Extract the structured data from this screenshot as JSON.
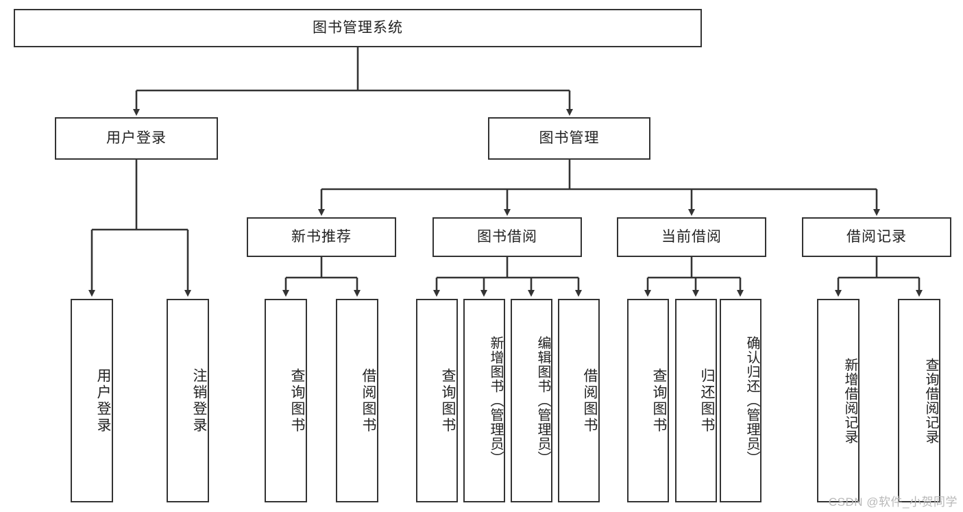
{
  "diagram": {
    "title": "图书管理系统",
    "type": "tree-hierarchy",
    "root": {
      "label": "图书管理系统"
    },
    "level1": [
      {
        "label": "用户登录"
      },
      {
        "label": "图书管理"
      }
    ],
    "level2": [
      {
        "label": "新书推荐",
        "parent": "图书管理"
      },
      {
        "label": "图书借阅",
        "parent": "图书管理"
      },
      {
        "label": "当前借阅",
        "parent": "图书管理"
      },
      {
        "label": "借阅记录",
        "parent": "图书管理"
      }
    ],
    "leaves": {
      "user_login": [
        {
          "label": "用户登录"
        },
        {
          "label": "注销登录"
        }
      ],
      "new_book_recommend": [
        {
          "label": "查询图书"
        },
        {
          "label": "借阅图书"
        }
      ],
      "book_borrow": [
        {
          "label": "查询图书"
        },
        {
          "label": "新增图书（管理员）"
        },
        {
          "label": "编辑图书（管理员）"
        },
        {
          "label": "借阅图书"
        }
      ],
      "current_borrow": [
        {
          "label": "查询图书"
        },
        {
          "label": "归还图书"
        },
        {
          "label": "确认归还（管理员）"
        }
      ],
      "borrow_record": [
        {
          "label": "新增借阅记录"
        },
        {
          "label": "查询借阅记录"
        }
      ]
    }
  },
  "watermark": {
    "text": "CSDN @软件_小贺同学"
  },
  "colors": {
    "stroke": "#333333",
    "box_fill": "#ffffff",
    "text": "#222222",
    "watermark": "#b8b8b8",
    "background": "#ffffff"
  }
}
